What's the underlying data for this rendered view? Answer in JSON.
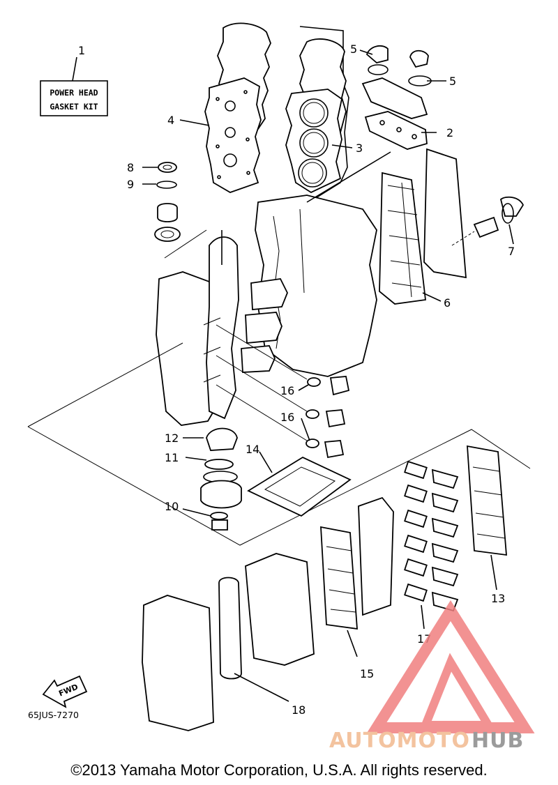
{
  "kit_label": {
    "line1": "POWER HEAD",
    "line2": "GASKET KIT"
  },
  "diagram_code": "65JUS-7270",
  "fwd_label": "FWD",
  "callouts": [
    {
      "id": "c1",
      "text": "1"
    },
    {
      "id": "c2",
      "text": "2"
    },
    {
      "id": "c3",
      "text": "3"
    },
    {
      "id": "c4",
      "text": "4"
    },
    {
      "id": "c5a",
      "text": "5"
    },
    {
      "id": "c5b",
      "text": "5"
    },
    {
      "id": "c6",
      "text": "6"
    },
    {
      "id": "c7",
      "text": "7"
    },
    {
      "id": "c8",
      "text": "8"
    },
    {
      "id": "c9",
      "text": "9"
    },
    {
      "id": "c10",
      "text": "10"
    },
    {
      "id": "c11",
      "text": "11"
    },
    {
      "id": "c12",
      "text": "12"
    },
    {
      "id": "c13",
      "text": "13"
    },
    {
      "id": "c14",
      "text": "14"
    },
    {
      "id": "c15",
      "text": "15"
    },
    {
      "id": "c16a",
      "text": "16"
    },
    {
      "id": "c16b",
      "text": "16"
    },
    {
      "id": "c17",
      "text": "17"
    },
    {
      "id": "c18",
      "text": "18"
    }
  ],
  "watermark": {
    "part1": "AUTOMOTO",
    "part2": "HUB",
    "color1": "#f2b98f",
    "color2": "#8a8a8a",
    "logo_color": "#f08080"
  },
  "copyright": "©2013 Yamaha Motor Corporation, U.S.A. All rights reserved."
}
